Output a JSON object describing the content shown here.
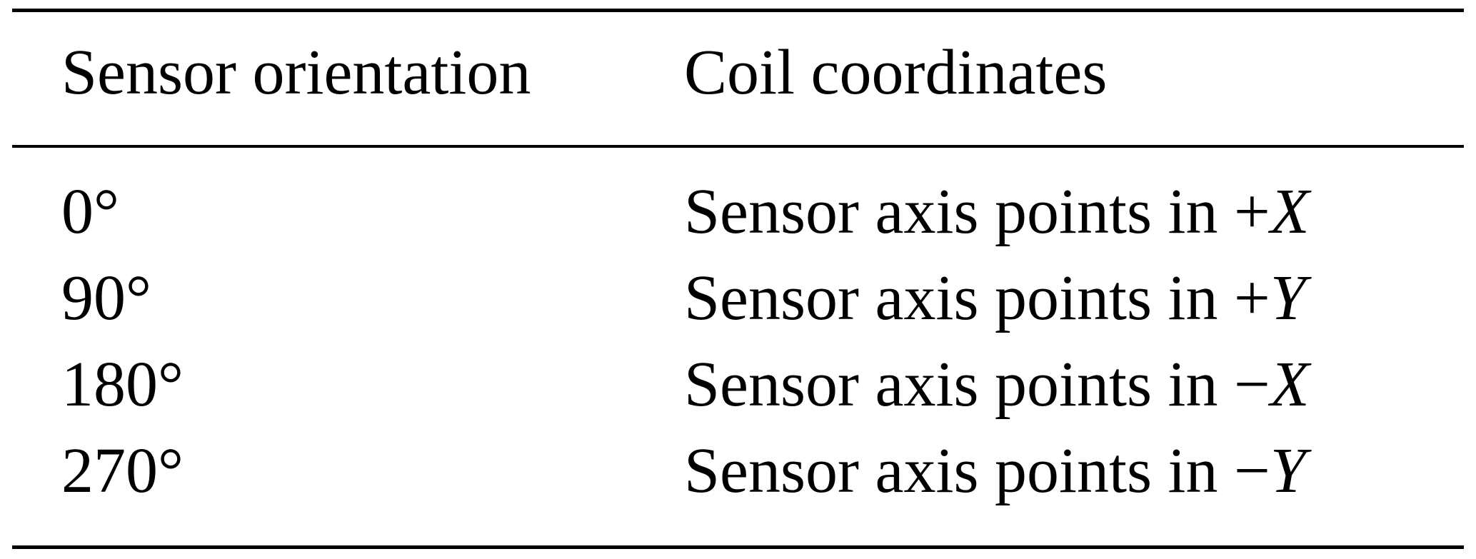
{
  "table": {
    "headers": [
      "Sensor orientation",
      "Coil coordinates"
    ],
    "rows": [
      {
        "orientation": "0°",
        "coords_text": "Sensor axis points in ",
        "sign": "+",
        "axis": "X"
      },
      {
        "orientation": "90°",
        "coords_text": "Sensor axis points in ",
        "sign": "+",
        "axis": "Y"
      },
      {
        "orientation": "180°",
        "coords_text": "Sensor axis points in ",
        "sign": "−",
        "axis": "X"
      },
      {
        "orientation": "270°",
        "coords_text": "Sensor axis points in ",
        "sign": "−",
        "axis": "Y"
      }
    ]
  }
}
